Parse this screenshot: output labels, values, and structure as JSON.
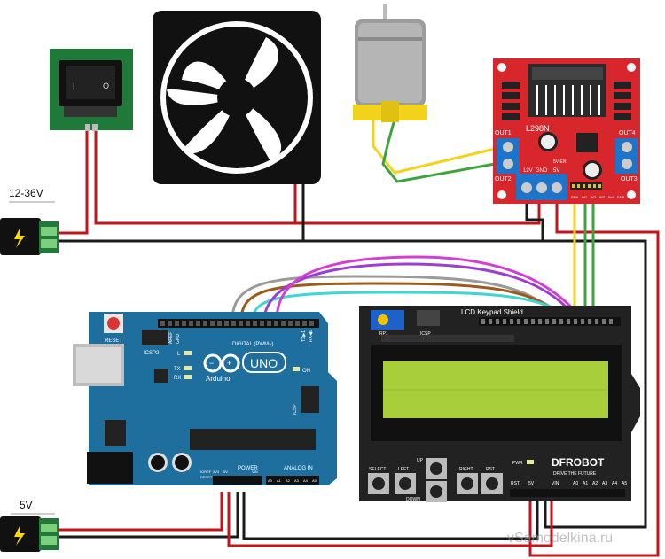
{
  "labels": {
    "supply_high": "12-36V",
    "supply_low": "5V",
    "reset": "RESET",
    "icsp2": "ICSP2",
    "icsp": "ICSP",
    "aref": "AREF",
    "gnd": "GND",
    "digital": "DIGITAL (PWM~)",
    "tx_arrow": "TX▶1",
    "rx_arrow": "RX◀0",
    "l": "L",
    "tx": "TX",
    "rx": "RX",
    "on": "ON",
    "uno": "UNO",
    "arduino": "Arduino",
    "power": "POWER",
    "analog_in": "ANALOG IN",
    "ioref": "IOREF",
    "rst": "RESET",
    "v33": "3V3",
    "v5": "5V",
    "vin": "VIN",
    "a0": "A0",
    "a1": "A1",
    "a2": "A2",
    "a3": "A3",
    "a4": "A4",
    "a5": "A5",
    "l298n": "L298N",
    "out1": "OUT1",
    "out2": "OUT2",
    "out3": "OUT3",
    "out4": "OUT4",
    "v12": "12V",
    "gnd_l": "GND",
    "v5_l": "5V",
    "v5en": "5V-EN",
    "ena": "ENA",
    "in1": "IN1",
    "in2": "IN2",
    "in3": "IN3",
    "in4": "IN4",
    "enb": "ENB",
    "lcd_title": "LCD Keypad Shield",
    "rp1": "RP1",
    "icsp_lcd": "ICSP",
    "select": "SELECT",
    "left": "LEFT",
    "up": "UP",
    "down": "DOWN",
    "right": "RIGHT",
    "rst_btn": "RST",
    "pwr": "PWR",
    "brand": "DFROBOT",
    "tagline": "DRIVE THE FUTURE",
    "rst_hdr": "RST",
    "v5_hdr": "5V",
    "vin_hdr": "VIN",
    "watermark": "vSamodelkina.ru"
  },
  "colors": {
    "wire_red": "#c0161b",
    "wire_black": "#1a1a1a",
    "wire_yellow": "#f2d21b",
    "wire_green": "#3aa53a",
    "wire_gray": "#9a9a9a",
    "wire_brown": "#9a5b1d",
    "wire_cyan": "#3fd6d0",
    "wire_magenta": "#d23fd2",
    "wire_violet": "#9b3fd2",
    "arduino_blue": "#1f6f9e",
    "driver_red": "#d7262c",
    "pcb_green": "#1f7a3a",
    "lcd_screen": "#a8cf3a",
    "lcd_board": "#222222"
  }
}
